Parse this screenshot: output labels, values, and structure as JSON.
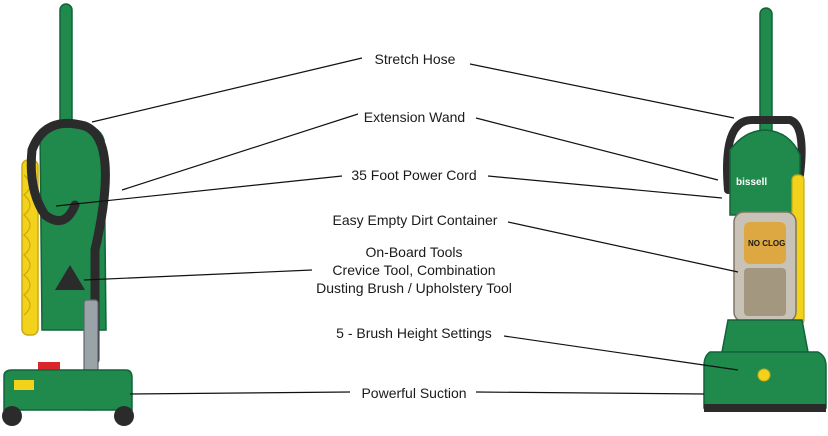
{
  "labels": {
    "stretch_hose": "Stretch Hose",
    "extension_wand": "Extension Wand",
    "power_cord": "35 Foot Power Cord",
    "dirt_container": "Easy Empty Dirt Container",
    "onboard_tools_line1": "On-Board Tools",
    "onboard_tools_line2": "Crevice Tool, Combination",
    "onboard_tools_line3": "Dusting Brush / Upholstery Tool",
    "brush_height": "5 - Brush Height Settings",
    "suction": "Powerful Suction"
  },
  "product": {
    "brand_text": "bissell",
    "container_text": "NO CLOG"
  },
  "colors": {
    "vacuum_green": "#1f8a4c",
    "vacuum_dark_green": "#12633a",
    "hose_black": "#2b2b2b",
    "cord_yellow": "#f2d21b",
    "accent_red": "#d8262b",
    "leader_line": "#111111"
  }
}
